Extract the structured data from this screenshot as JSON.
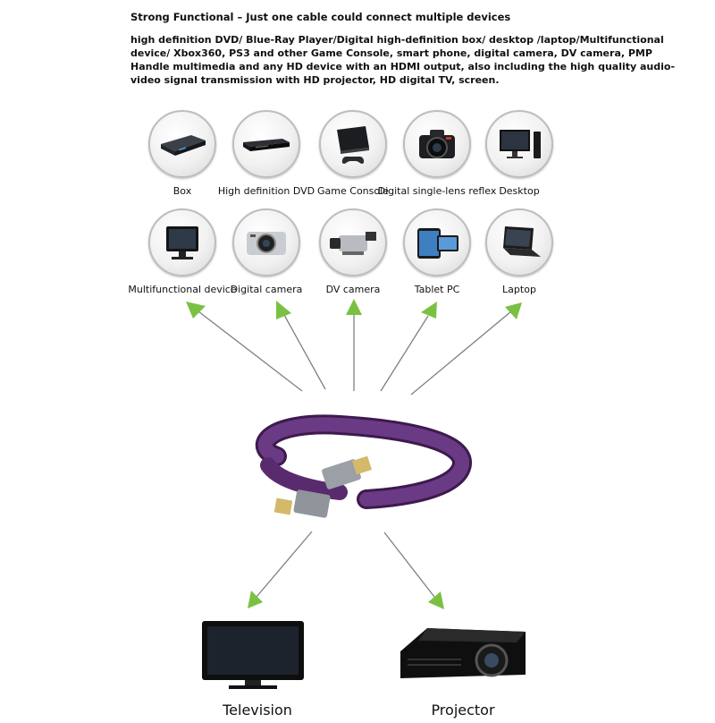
{
  "heading": "Strong Functional – Just one cable could connect multiple devices",
  "description": "high definition DVD/ Blue-Ray Player/Digital high-definition box/ desktop /laptop/Multifunctional device/ Xbox360, PS3 and other Game Console, smart phone, digital camera, DV camera, PMP Handle multimedia and any HD device with an HDMI output, also including the high quality audio-video signal transmission with HD projector, HD digital TV, screen.",
  "devices_row1": [
    {
      "label": "Box",
      "icon": "set-top-box-icon"
    },
    {
      "label": "High definition DVD",
      "icon": "dvd-player-icon"
    },
    {
      "label": "Game Console",
      "icon": "game-console-icon"
    },
    {
      "label": "Digital single-lens reflex",
      "icon": "dslr-camera-icon"
    },
    {
      "label": "Desktop",
      "icon": "desktop-computer-icon"
    }
  ],
  "devices_row2": [
    {
      "label": "Multifunctional device",
      "icon": "monitor-icon"
    },
    {
      "label": "Digital camera",
      "icon": "compact-camera-icon"
    },
    {
      "label": "DV camera",
      "icon": "camcorder-icon"
    },
    {
      "label": "Tablet PC",
      "icon": "tablet-icon"
    },
    {
      "label": "Laptop",
      "icon": "laptop-icon"
    }
  ],
  "outputs": [
    {
      "label": "Television",
      "icon": "television-icon"
    },
    {
      "label": "Projector",
      "icon": "projector-icon"
    }
  ],
  "colors": {
    "arrow": "#7ac143",
    "cable": "#5a2a6e",
    "connector": "#9aa0a6"
  }
}
